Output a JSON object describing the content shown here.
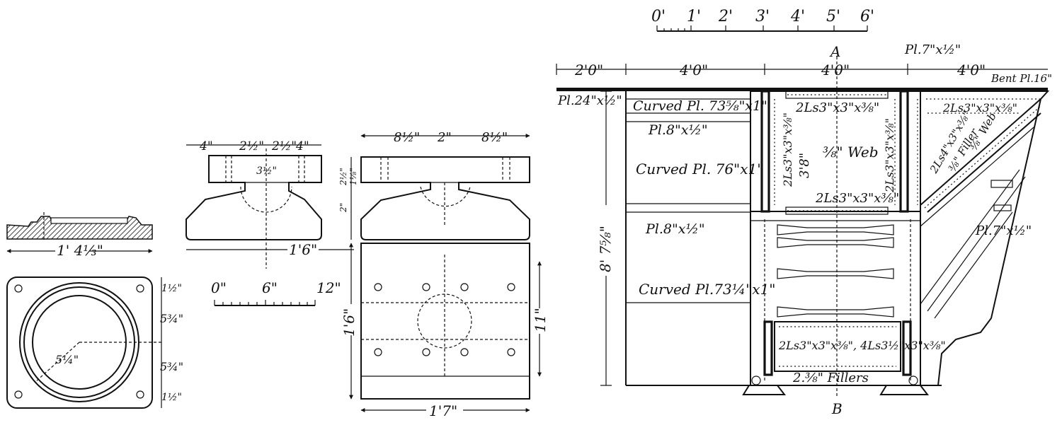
{
  "scale_large": {
    "ticks": [
      "0'",
      "1'",
      "2'",
      "3'",
      "4'",
      "5'",
      "6'"
    ]
  },
  "scale_small": {
    "ticks": [
      "0\"",
      "6\"",
      "12\""
    ]
  },
  "section_labels": {
    "a": "A",
    "b": "B"
  },
  "base_plate": {
    "width_dim": "1' 4⅓\""
  },
  "ring_plate": {
    "dims": {
      "edge_top": "1½\"",
      "half_upper": "5¾\"",
      "half_lower": "5¾\"",
      "edge_bottom": "1½\"",
      "radius": "5¼\""
    }
  },
  "bearing_elev": {
    "top_dims": [
      "4\"",
      "2½\"",
      "2½\"",
      "4\""
    ],
    "height_dim": "1'6\"",
    "center_dim": "3½\""
  },
  "bearing_side": {
    "top_dims": [
      "8½\"",
      "2\"",
      "8½\""
    ],
    "side_dims": [
      "2½\"",
      "2\"",
      "1⅛\""
    ]
  },
  "bearing_plan": {
    "height_dim": "1'6\"",
    "inner_dim": "11\"",
    "width_dim": "1'7\""
  },
  "girder": {
    "dims_top": [
      "2'0\"",
      "4'0\"",
      "4'0\"",
      "4'0\""
    ],
    "height_dim": "8' 7⅝\"",
    "labels": {
      "pl_24": "Pl.24\"x½\"",
      "curved_1": "Curved Pl. 73⅝\"x1\"",
      "pl_8_a": "Pl.8\"x½\"",
      "curved_2": "Curved Pl. 76\"x1\"",
      "pl_8_b": "Pl.8\"x½\"",
      "curved_3": "Curved Pl.73¼\"x1\"",
      "pl_7_top": "Pl.7\"x½\"",
      "bent_pl": "Bent Pl.16\"",
      "pl_7_side": "Pl.7\"x½\"",
      "angles_top_mid": "2Ls3\"x3\"x⅜\"",
      "angles_top_right": "2Ls3\"x3\"x⅜\"",
      "angles_v_left": "2Ls3\"x3\"x⅜\"",
      "angles_v_right": "2Ls3\"x3\"x⅜\"",
      "web": "⅜\" Web",
      "web_depth": "3'8\"",
      "angles_mid": "2Ls3\"x3\"x⅜\"",
      "angles_bottom": "2Ls3\"x3\"x⅜\", 4Ls3½\"x3\"x⅜\"",
      "angles_diag": "2Ls4\"x3\"x⅜\"",
      "filler_diag": "⅜\" Filler",
      "web_diag": "⅜\" Web",
      "fillers": "2.⅜\" Fillers"
    }
  }
}
